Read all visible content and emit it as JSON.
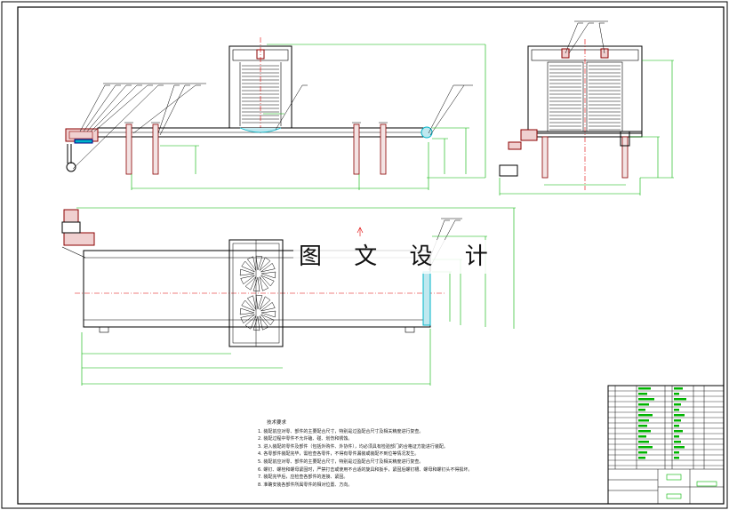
{
  "watermark": "图 文 设 计",
  "notes": {
    "title": "技术要求",
    "lines": [
      "1. 装配前应对零、部件的主要配合尺寸，特别是过盈配合尺寸及相关精度进行复查。",
      "2. 装配过程中零件不允许磕、碰、划伤和锈蚀。",
      "3. 进入装配的零件及部件（包括外购件、外协件），均必须具有检验部门的合格证方能进行装配。",
      "4. 各零部件装配完毕，需检查各零件，不得有零件漏装或装配不到位等情况发生。",
      "5. 装配前应对零、部件的主要配合尺寸，特别是过盈配合尺寸及相关精度进行复查。",
      "6. 螺钉、螺栓和螺母紧固时，严禁打击或使用不合适的旋具和扳手，紧固后螺钉槽、螺母和螺钉头不得损坏。",
      "7. 装配完毕后，应检查各部件的连接、紧固。",
      "8. 准确安装各部件所属零件的相对位置、方向。"
    ]
  },
  "colors": {
    "line": "#000000",
    "dimension": "#00b400",
    "centerline": "#e00000",
    "machine": "#8b0000",
    "cyan": "#00b4c8"
  }
}
